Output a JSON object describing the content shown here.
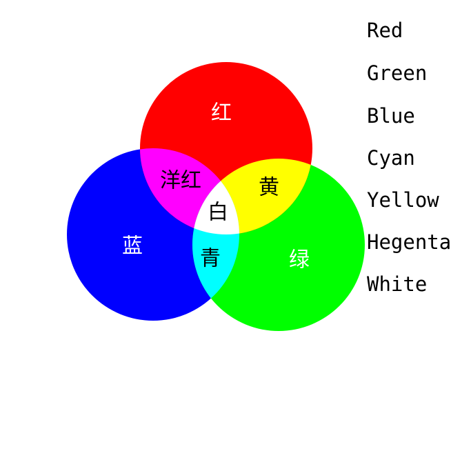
{
  "diagram": {
    "circles": [
      {
        "key": "red",
        "color": "#ff0000"
      },
      {
        "key": "blue",
        "color": "#0000ff"
      },
      {
        "key": "green",
        "color": "#00ff00"
      }
    ],
    "overlaps": {
      "red_blue": {
        "color": "#ff00ff"
      },
      "red_green": {
        "color": "#ffff00"
      },
      "blue_green": {
        "color": "#00ffff"
      },
      "all": {
        "color": "#ffffff"
      }
    },
    "labels": {
      "red": "红",
      "blue": "蓝",
      "green": "绿",
      "magenta": "洋红",
      "yellow": "黄",
      "cyan": "青",
      "white": "白"
    },
    "label_colors": {
      "light": "#ffffff",
      "dark": "#000000"
    }
  },
  "legend": {
    "items": [
      "Red",
      "Green",
      "Blue",
      "Cyan",
      "Yellow",
      "Hegenta",
      "White"
    ]
  }
}
